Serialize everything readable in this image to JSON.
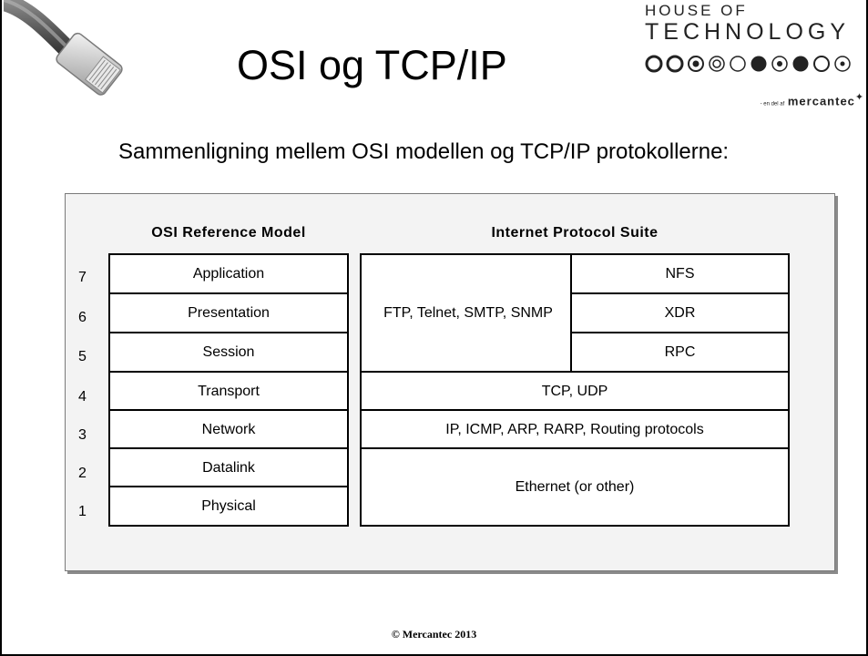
{
  "slide": {
    "title": "OSI og TCP/IP",
    "subtitle": "Sammenligning mellem OSI modellen og TCP/IP protokollerne:",
    "footer": "© Mercantec 2013"
  },
  "logo": {
    "line1": "HOUSE OF",
    "line2": "TECHNOLOGY",
    "tag_small": "- en del af",
    "tag_brand": "mercantec"
  },
  "diagram": {
    "osi_header": "OSI Reference Model",
    "ips_header": "Internet Protocol Suite",
    "layer_numbers": [
      "7",
      "6",
      "5",
      "4",
      "3",
      "2",
      "1"
    ],
    "osi_layers": [
      "Application",
      "Presentation",
      "Session",
      "Transport",
      "Network",
      "Datalink",
      "Physical"
    ],
    "ips": {
      "app_protocols": "FTP, Telnet, SMTP, SNMP",
      "nfs": "NFS",
      "xdr": "XDR",
      "rpc": "RPC",
      "transport": "TCP, UDP",
      "network": "IP, ICMP, ARP, RARP, Routing protocols",
      "link": "Ethernet (or other)"
    }
  }
}
